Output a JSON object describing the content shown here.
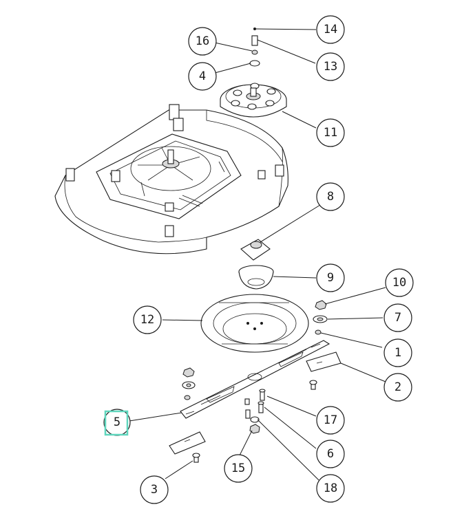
{
  "diagram": {
    "accent_color": "#5fd6bd",
    "line_color": "#1a1a1a",
    "selected_callout": "5",
    "callouts": {
      "c1": "1",
      "c2": "2",
      "c3": "3",
      "c4": "4",
      "c5": "5",
      "c6": "6",
      "c7": "7",
      "c8": "8",
      "c9": "9",
      "c10": "10",
      "c11": "11",
      "c12": "12",
      "c13": "13",
      "c14": "14",
      "c15": "15",
      "c16": "16",
      "c17": "17",
      "c18": "18"
    }
  }
}
